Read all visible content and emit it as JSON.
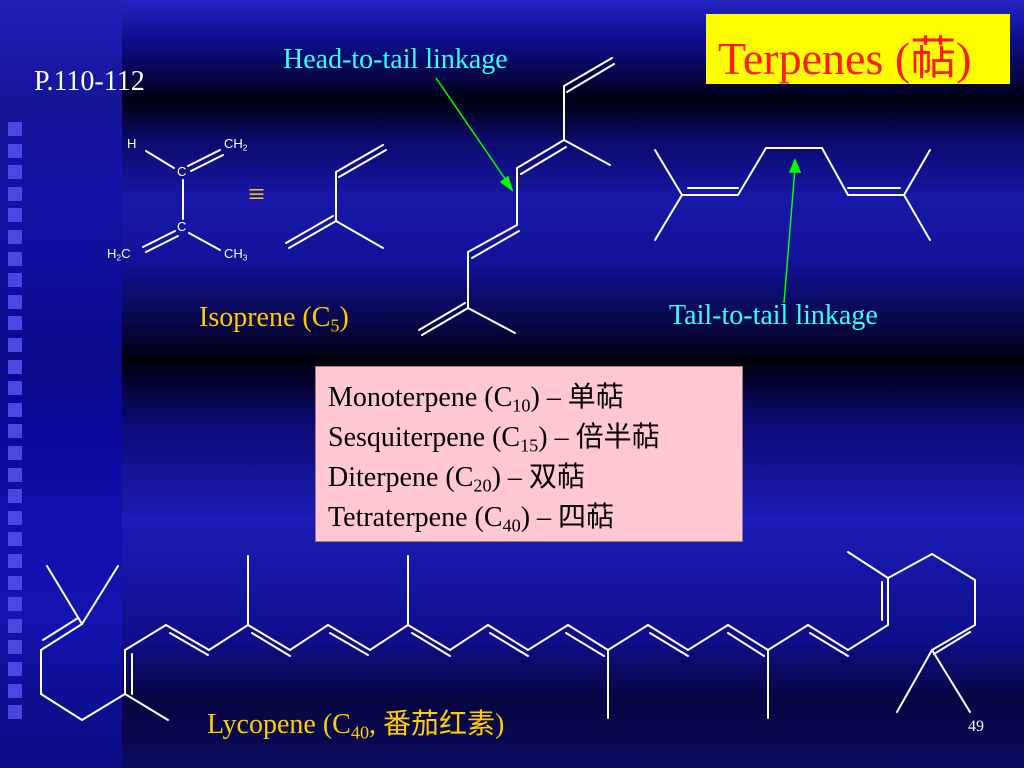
{
  "title": "Terpenes (萜)",
  "page_reference": "P.110-112",
  "isoprene_formula": {
    "top_left": "H",
    "top_right": "CH",
    "top_right_sub": "2",
    "upper_carbon": "C",
    "lower_carbon": "C",
    "bottom_left": "H",
    "bottom_left_sub": "2",
    "bottom_left_tail": "C",
    "bottom_right": "CH",
    "bottom_right_sub": "3"
  },
  "equivalence_symbol": "≡",
  "isoprene_caption": {
    "text": "Isoprene (C",
    "sub": "5",
    "close": ")"
  },
  "head_to_tail_label": "Head-to-tail linkage",
  "tail_to_tail_label": "Tail-to-tail linkage",
  "classification": [
    {
      "name": "Monoterpene (C",
      "sub": "10",
      "rest": ") – 单萜"
    },
    {
      "name": "Sesquiterpene (C",
      "sub": "15",
      "rest": ") – 倍半萜"
    },
    {
      "name": "Diterpene (C",
      "sub": "20",
      "rest": ") – 双萜"
    },
    {
      "name": "Tetraterpene (C",
      "sub": "40",
      "rest": ") – 四萜"
    }
  ],
  "lycopene_caption": {
    "text": "Lycopene (C",
    "sub": "40",
    "rest": ", 番茄红素)"
  },
  "slide_number": "49",
  "colors": {
    "title_text": "#ff1a1a",
    "title_background": "#ffff00",
    "caption_yellow": "#ffcc00",
    "linkage_cyan": "#33ffff",
    "arrow_green": "#00ff00",
    "box_pink": "#ffc8d2",
    "bond_white": "#ffffff"
  }
}
